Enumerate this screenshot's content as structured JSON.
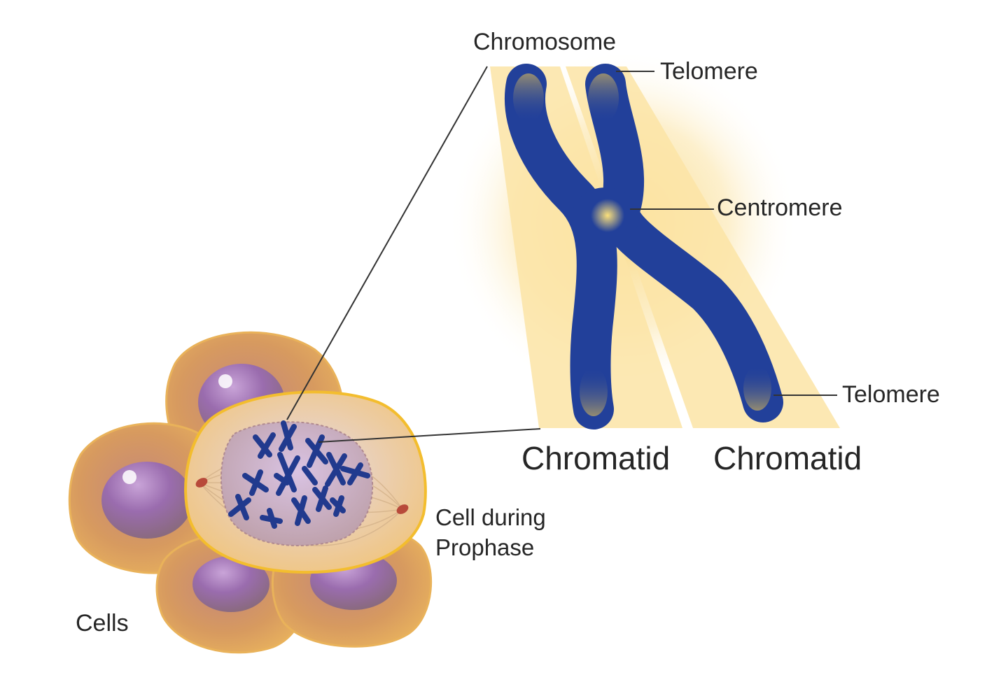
{
  "labels": {
    "chromosome": "Chromosome",
    "telomere_top": "Telomere",
    "centromere": "Centromere",
    "telomere_bottom": "Telomere",
    "chromatid_left": "Chromatid",
    "chromatid_right": "Chromatid",
    "cell_during_line1": "Cell during",
    "cell_during_line2": "Prophase",
    "cells": "Cells"
  },
  "colors": {
    "chromosome": "#22409a",
    "chromatid_band": "#fbe4a6",
    "cell_body": "#e8b060",
    "nucleus_purple": "#9a6cae",
    "leader_line": "#333333",
    "background": "#ffffff"
  }
}
